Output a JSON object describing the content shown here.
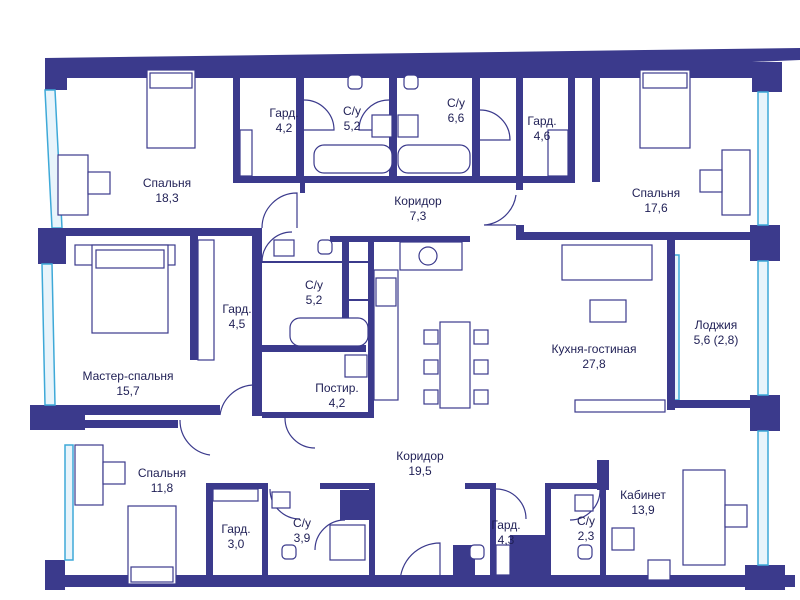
{
  "colors": {
    "wall": "#3b3a8c",
    "window": "#3ea9d8",
    "text": "#1f1f55"
  },
  "rooms": {
    "bedroom_nw": {
      "name": "Спальня",
      "area": "18,3"
    },
    "ward_1": {
      "name": "Гард.",
      "area": "4,2"
    },
    "bath_1": {
      "name": "С/у",
      "area": "5,2"
    },
    "bath_2": {
      "name": "С/у",
      "area": "6,6"
    },
    "ward_2": {
      "name": "Гард.",
      "area": "4,6"
    },
    "bedroom_ne": {
      "name": "Спальня",
      "area": "17,6"
    },
    "corridor_top": {
      "name": "Коридор",
      "area": "7,3"
    },
    "ward_3": {
      "name": "Гард.",
      "area": "4,5"
    },
    "bath_3": {
      "name": "С/у",
      "area": "5,2"
    },
    "master": {
      "name": "Мастер-спальня",
      "area": "15,7"
    },
    "laundry": {
      "name": "Постир.",
      "area": "4,2"
    },
    "kitchen": {
      "name": "Кухня-гостиная",
      "area": "27,8"
    },
    "loggia": {
      "name": "Лоджия",
      "area": "5,6 (2,8)"
    },
    "corridor_main": {
      "name": "Коридор",
      "area": "19,5"
    },
    "bedroom_sw": {
      "name": "Спальня",
      "area": "11,8"
    },
    "ward_4": {
      "name": "Гард.",
      "area": "3,0"
    },
    "bath_4": {
      "name": "С/у",
      "area": "3,9"
    },
    "ward_5": {
      "name": "Гард.",
      "area": "4,3"
    },
    "bath_5": {
      "name": "С/у",
      "area": "2,3"
    },
    "office": {
      "name": "Кабинет",
      "area": "13,9"
    }
  }
}
